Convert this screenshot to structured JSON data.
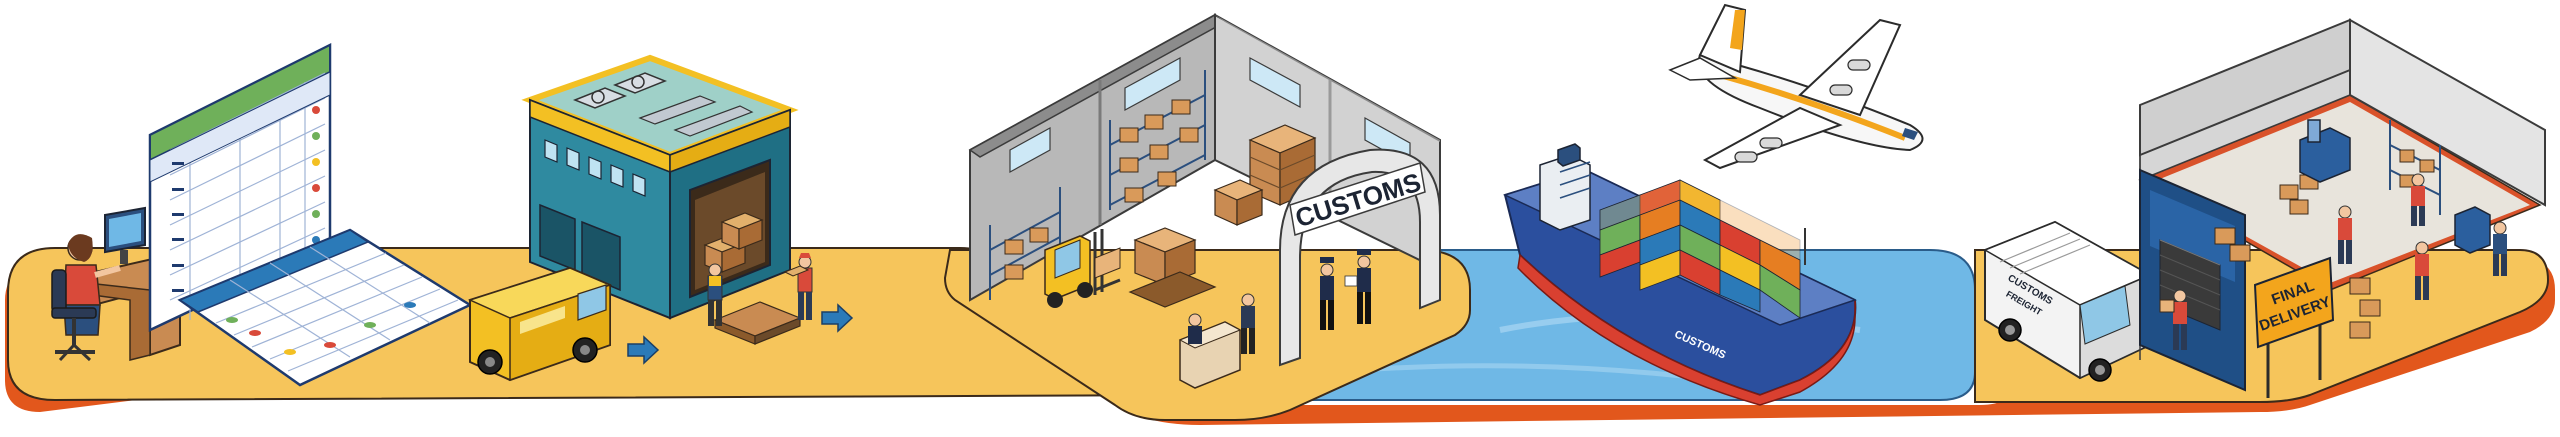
{
  "signs": {
    "customs_arch": "CUSTOMS",
    "final_delivery_line1": "FINAL",
    "final_delivery_line2": "DELIVERY",
    "ship_hull": "CUSTOMS",
    "truck_side": "CUSTOMS",
    "truck_side_2": "FREIGHT"
  },
  "colors": {
    "path": "#f6c55b",
    "path_edge": "#e2571c",
    "water": "#6fb8e6",
    "warehouse_teal": "#2f8aa0",
    "van_yellow": "#f3c023",
    "hull_blue": "#2b4f9e",
    "hull_red": "#d94030"
  }
}
